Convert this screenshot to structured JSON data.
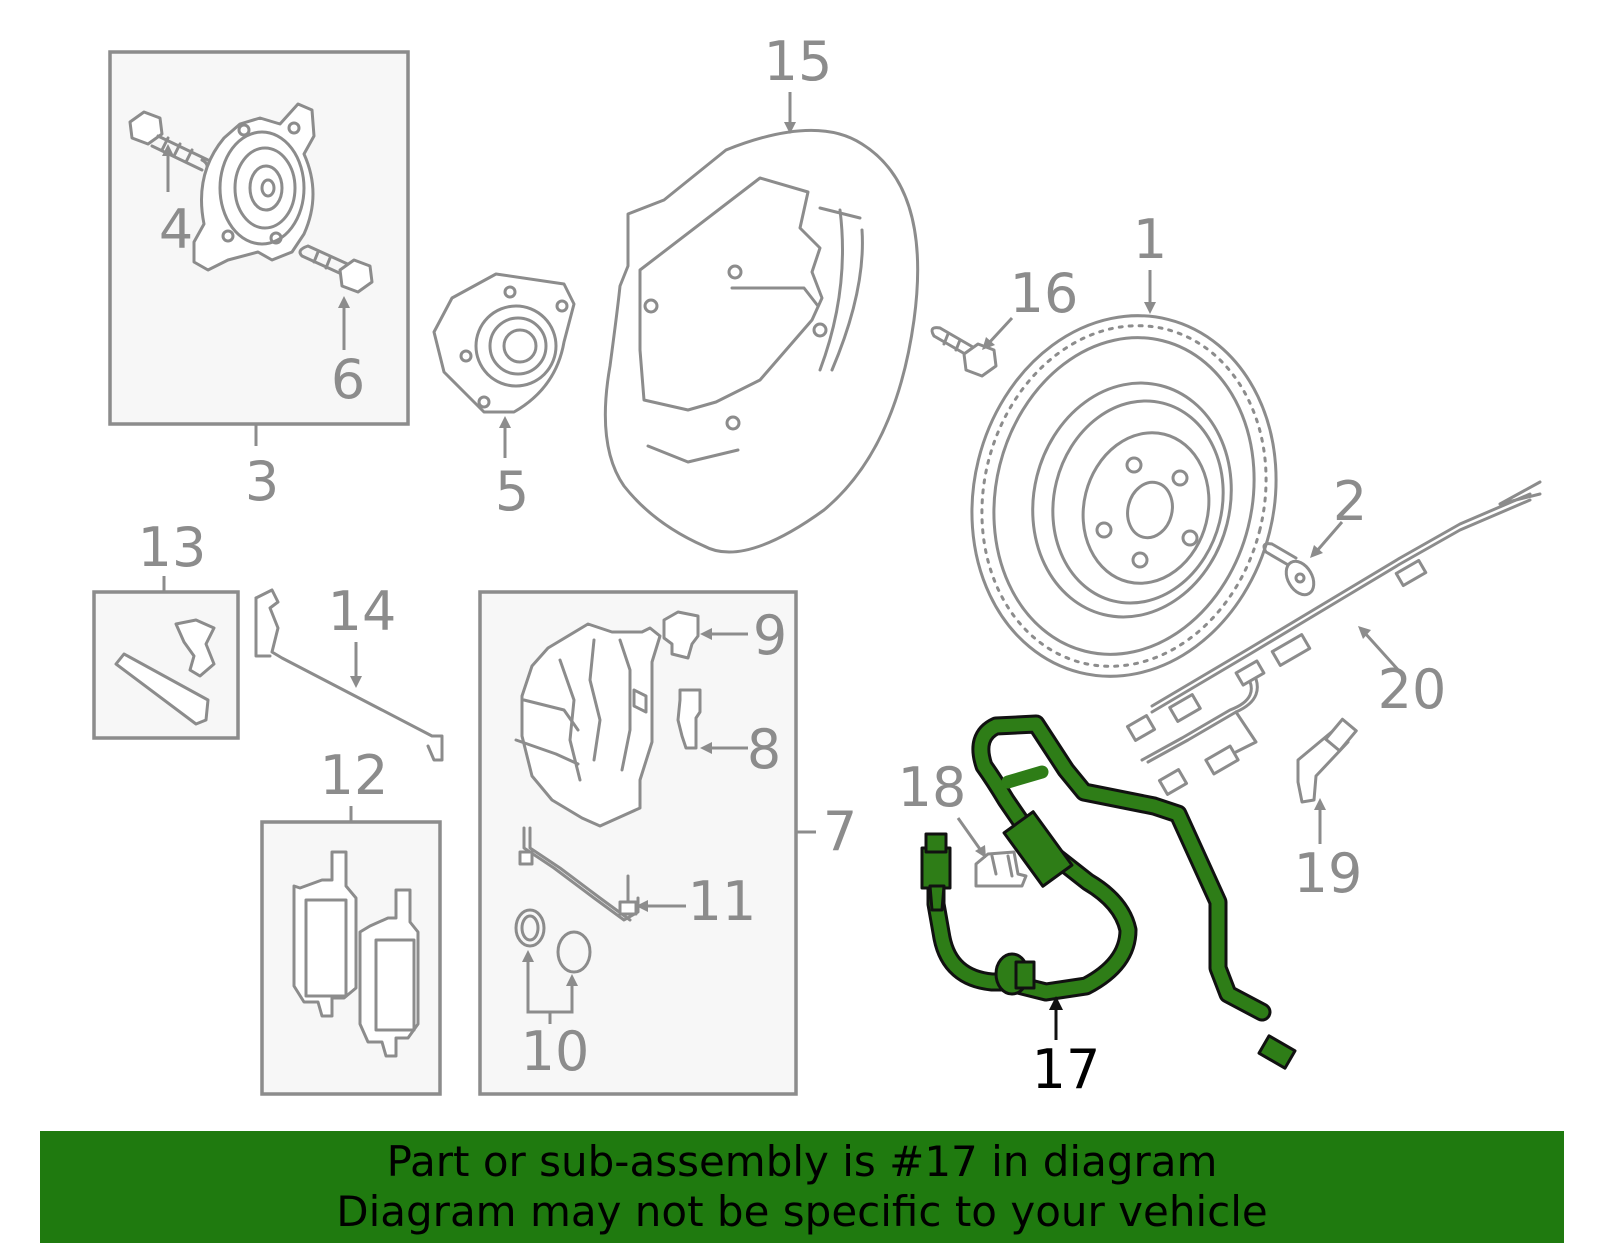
{
  "callouts": {
    "c1": "1",
    "c2": "2",
    "c3": "3",
    "c4": "4",
    "c5": "5",
    "c6": "6",
    "c7": "7",
    "c8": "8",
    "c9": "9",
    "c10": "10",
    "c11": "11",
    "c12": "12",
    "c13": "13",
    "c14": "14",
    "c15": "15",
    "c16": "16",
    "c17": "17",
    "c18": "18",
    "c19": "19",
    "c20": "20"
  },
  "highlighted_part": "17",
  "colors": {
    "highlight_fill": "#2e7d17",
    "banner_background": "#1f7a0f",
    "line_art": "#8c8c8c"
  },
  "banner": {
    "line1": "Part or sub-assembly is #17 in diagram",
    "line2": "Diagram may not be specific to your vehicle"
  }
}
